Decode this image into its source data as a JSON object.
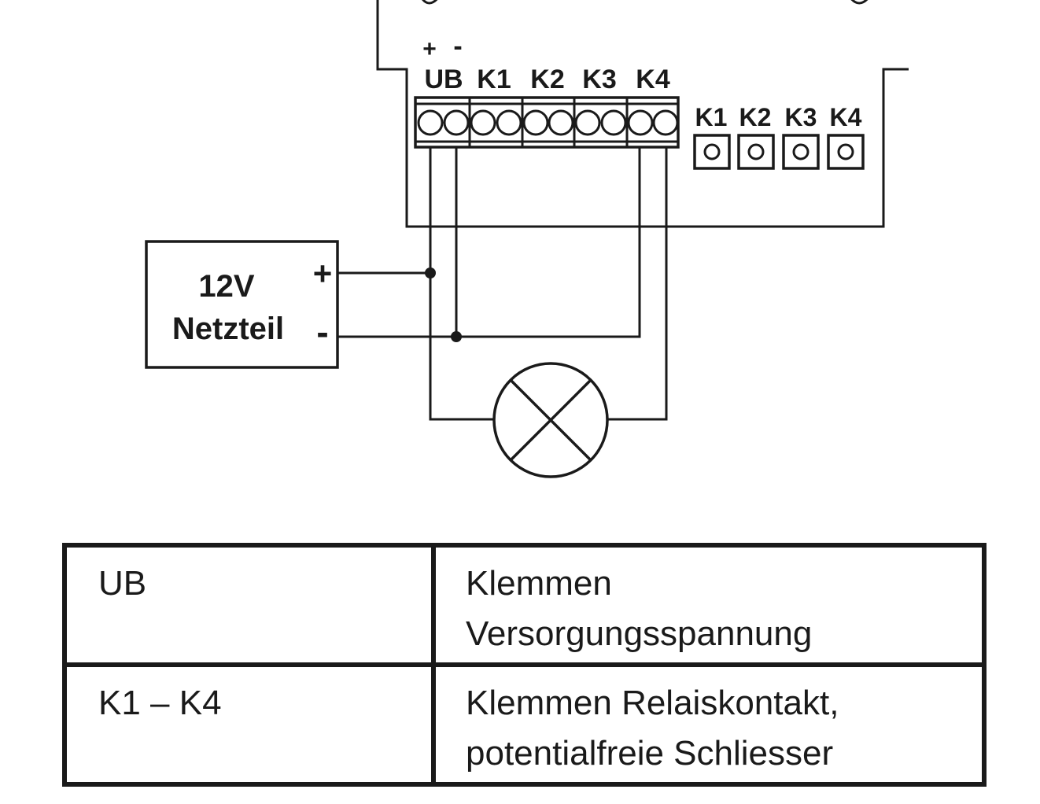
{
  "diagram": {
    "polarity_plus": "+",
    "polarity_minus": "-",
    "terminal_labels": [
      "UB",
      "K1",
      "K2",
      "K3",
      "K4"
    ],
    "led_labels": [
      "K1",
      "K2",
      "K3",
      "K4"
    ],
    "power_supply": {
      "line1": "12V",
      "line2": "Netzteil",
      "plus": "+",
      "minus": "-"
    }
  },
  "legend": {
    "rows": [
      {
        "term": "UB",
        "desc_lines": [
          "Klemmen",
          "Versorgungsspannung"
        ]
      },
      {
        "term": "K1 – K4",
        "desc_lines": [
          "Klemmen Relaiskontakt,",
          "potentialfreie Schliesser"
        ]
      }
    ]
  }
}
